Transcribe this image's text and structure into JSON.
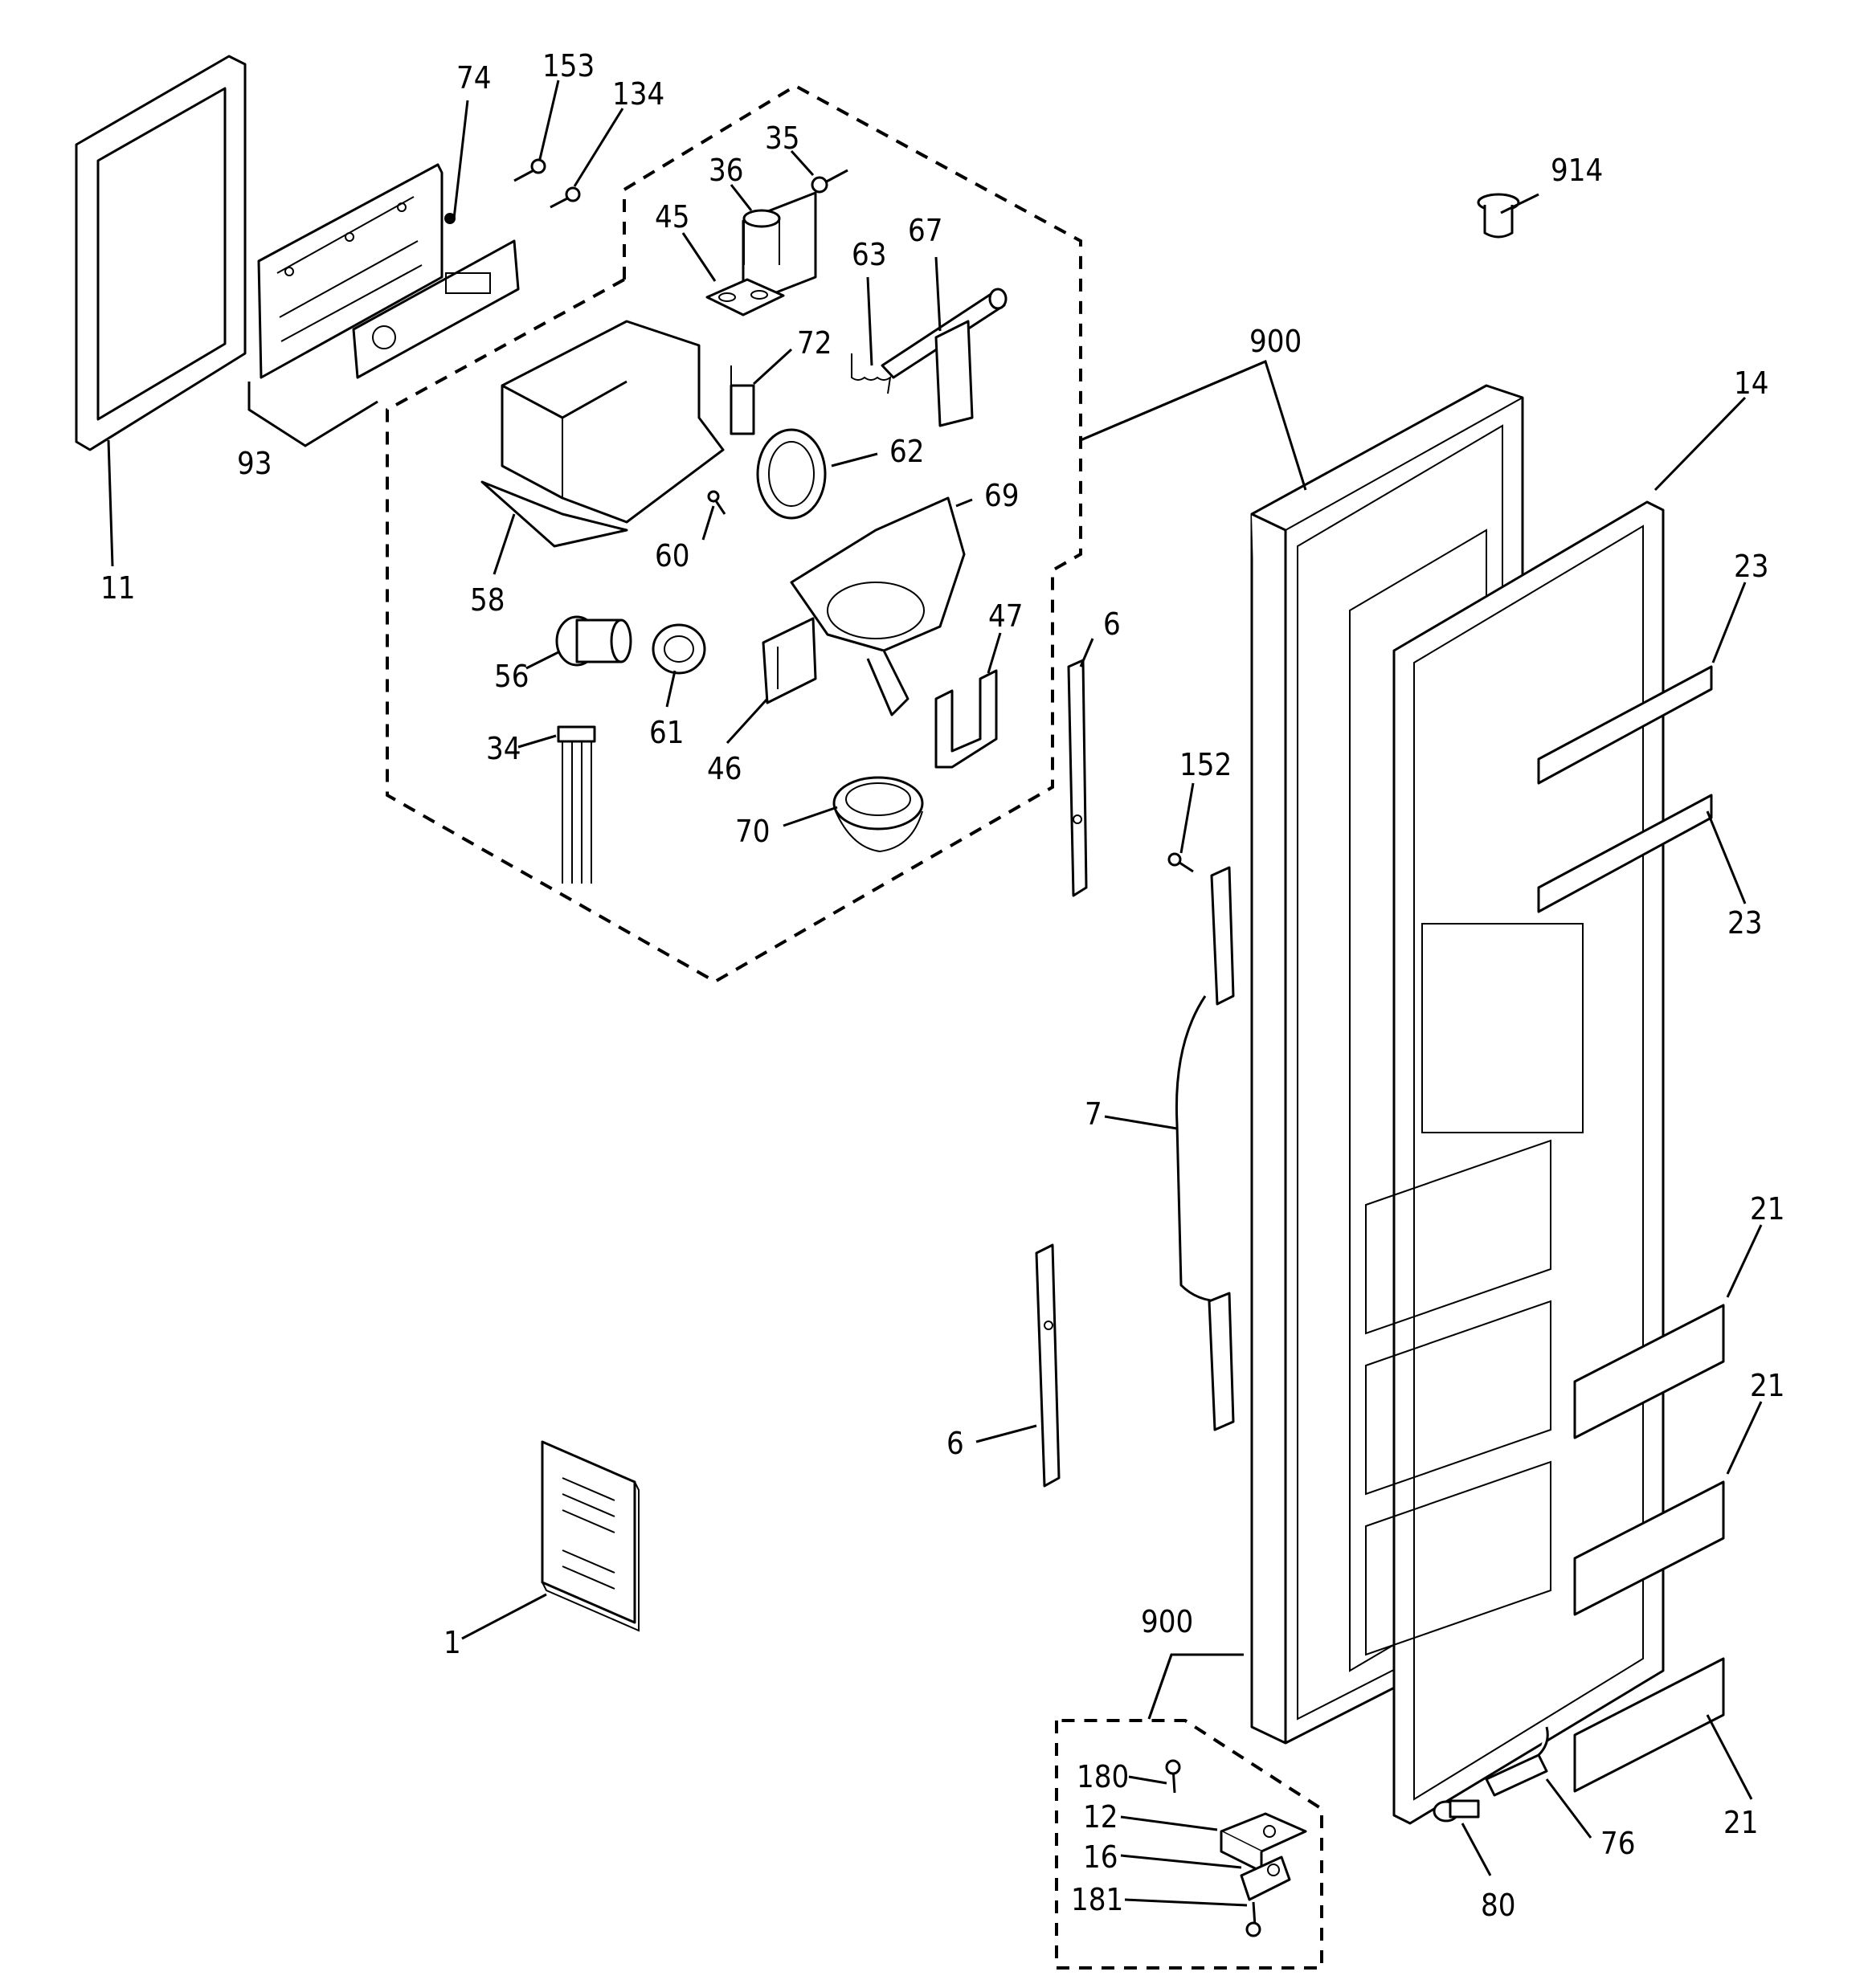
{
  "diagram": {
    "callouts": {
      "p11": "11",
      "p93": "93",
      "p74": "74",
      "p153": "153",
      "p134": "134",
      "p35": "35",
      "p36": "36",
      "p45": "45",
      "p67": "67",
      "p63": "63",
      "p72": "72",
      "p62": "62",
      "p69": "69",
      "p58": "58",
      "p60": "60",
      "p56": "56",
      "p61": "61",
      "p46": "46",
      "p47": "47",
      "p34": "34",
      "p70": "70",
      "p914": "914",
      "p900a": "900",
      "p14": "14",
      "p23a": "23",
      "p23b": "23",
      "p6a": "6",
      "p152": "152",
      "p7": "7",
      "p6b": "6",
      "p21a": "21",
      "p21b": "21",
      "p21c": "21",
      "p1": "1",
      "p900b": "900",
      "p180": "180",
      "p12": "12",
      "p16": "16",
      "p181": "181",
      "p76": "76",
      "p80": "80"
    }
  }
}
